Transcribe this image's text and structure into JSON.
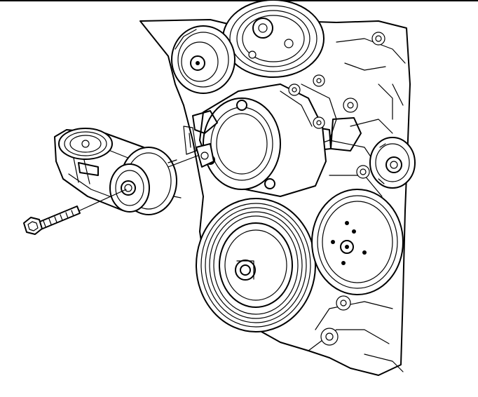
{
  "figure": {
    "kind": "engine-front-accessory-drive-illustration",
    "stroke_color": "#000000",
    "background_color": "#ffffff",
    "parts": [
      "drive-belt-tensioner",
      "tensioner-bolt",
      "crankshaft-balancer-pulley",
      "water-pump-pulley",
      "idler-pulley",
      "ac-compressor",
      "generator-pulley",
      "power-steering-pulley",
      "engine-block"
    ]
  }
}
